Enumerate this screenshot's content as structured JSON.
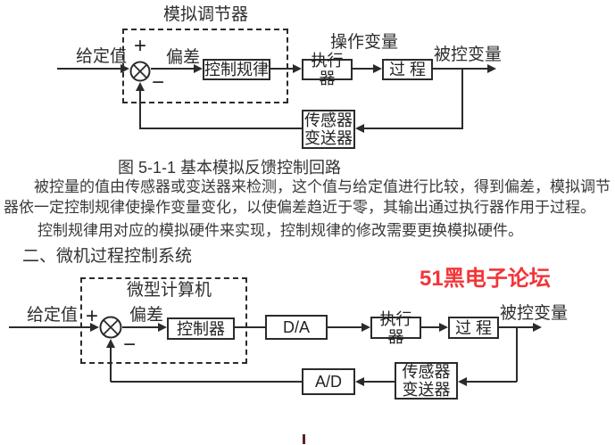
{
  "page": {
    "caption": "图 5-1-1  基本模拟反馈控制回路",
    "para1_line1": "被控量的值由传感器或变送器来检测，这个值与给定值进行比较，得到偏差，模拟调节",
    "para1_line2": "器依一定控制规律使操作变量变化，以使偏差趋近于零，其输出通过执行器作用于过程。",
    "para2": "控制规律用对应的模拟硬件来实现，控制规律的修改需要更换模拟硬件。",
    "section_heading": "二、微机过程控制系统",
    "watermark": "51黑电子论坛",
    "colors": {
      "watermark_red": "#f23539",
      "ink": "#2e2e2e",
      "background": "#ffffff"
    }
  },
  "analog_diagram": {
    "title": "模拟调节器",
    "setpoint_label": "给定值",
    "plus_sign": "+",
    "minus_sign": "−",
    "deviation_label": "偏差",
    "control_law_box": "控制规律",
    "manipulated_var_label": "操作变量",
    "actuator_box": "执行器",
    "process_box": "过 程",
    "controlled_var_label": "被控变量",
    "sensor_box_line1": "传感器",
    "sensor_box_line2": "变送器"
  },
  "computer_diagram": {
    "title": "微型计算机",
    "setpoint_label": "给定值",
    "plus_sign": "+",
    "minus_sign": "−",
    "deviation_label": "偏差",
    "controller_box": "控制器",
    "da_box": "D/A",
    "actuator_box": "执行器",
    "process_box": "过 程",
    "controlled_var_label": "被控变量",
    "sensor_box_line1": "传感器",
    "sensor_box_line2": "变送器",
    "ad_box": "A/D"
  }
}
